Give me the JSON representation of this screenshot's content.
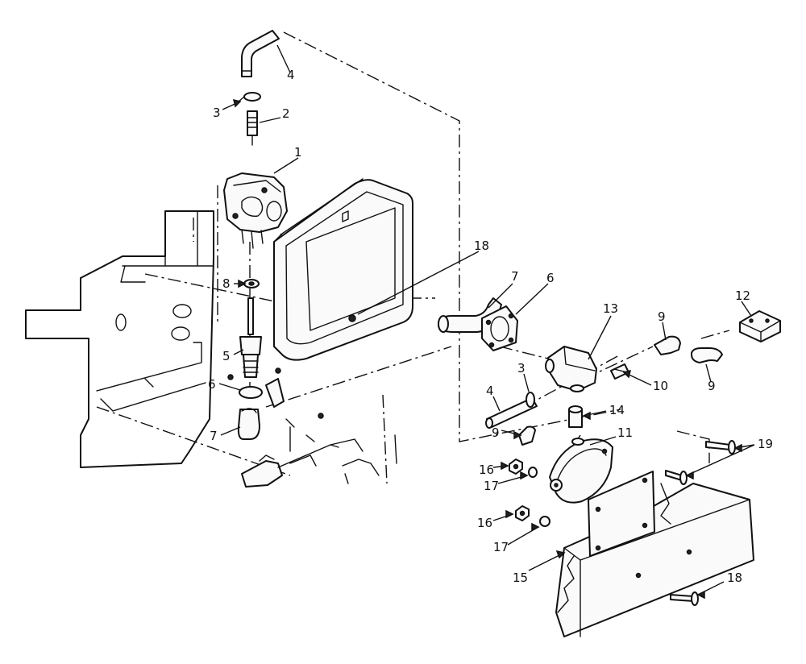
{
  "callouts": [
    {
      "id": "c4a",
      "label": "4"
    },
    {
      "id": "c3a",
      "label": "3"
    },
    {
      "id": "c2",
      "label": "2"
    },
    {
      "id": "c1",
      "label": "1"
    },
    {
      "id": "c18a",
      "label": "18"
    },
    {
      "id": "c8",
      "label": "8"
    },
    {
      "id": "c5",
      "label": "5"
    },
    {
      "id": "c6a",
      "label": "6"
    },
    {
      "id": "c7a",
      "label": "7"
    },
    {
      "id": "c7b",
      "label": "7"
    },
    {
      "id": "c6b",
      "label": "6"
    },
    {
      "id": "c13",
      "label": "13"
    },
    {
      "id": "c9a",
      "label": "9"
    },
    {
      "id": "c12",
      "label": "12"
    },
    {
      "id": "c10",
      "label": "10"
    },
    {
      "id": "c9b",
      "label": "9"
    },
    {
      "id": "c3b",
      "label": "3"
    },
    {
      "id": "c4b",
      "label": "4"
    },
    {
      "id": "c14",
      "label": "14"
    },
    {
      "id": "c9c",
      "label": "9"
    },
    {
      "id": "c11",
      "label": "11"
    },
    {
      "id": "c19",
      "label": "19"
    },
    {
      "id": "c16a",
      "label": "16"
    },
    {
      "id": "c17a",
      "label": "17"
    },
    {
      "id": "c16b",
      "label": "16"
    },
    {
      "id": "c17b",
      "label": "17"
    },
    {
      "id": "c15",
      "label": "15"
    },
    {
      "id": "c18b",
      "label": "18"
    }
  ]
}
